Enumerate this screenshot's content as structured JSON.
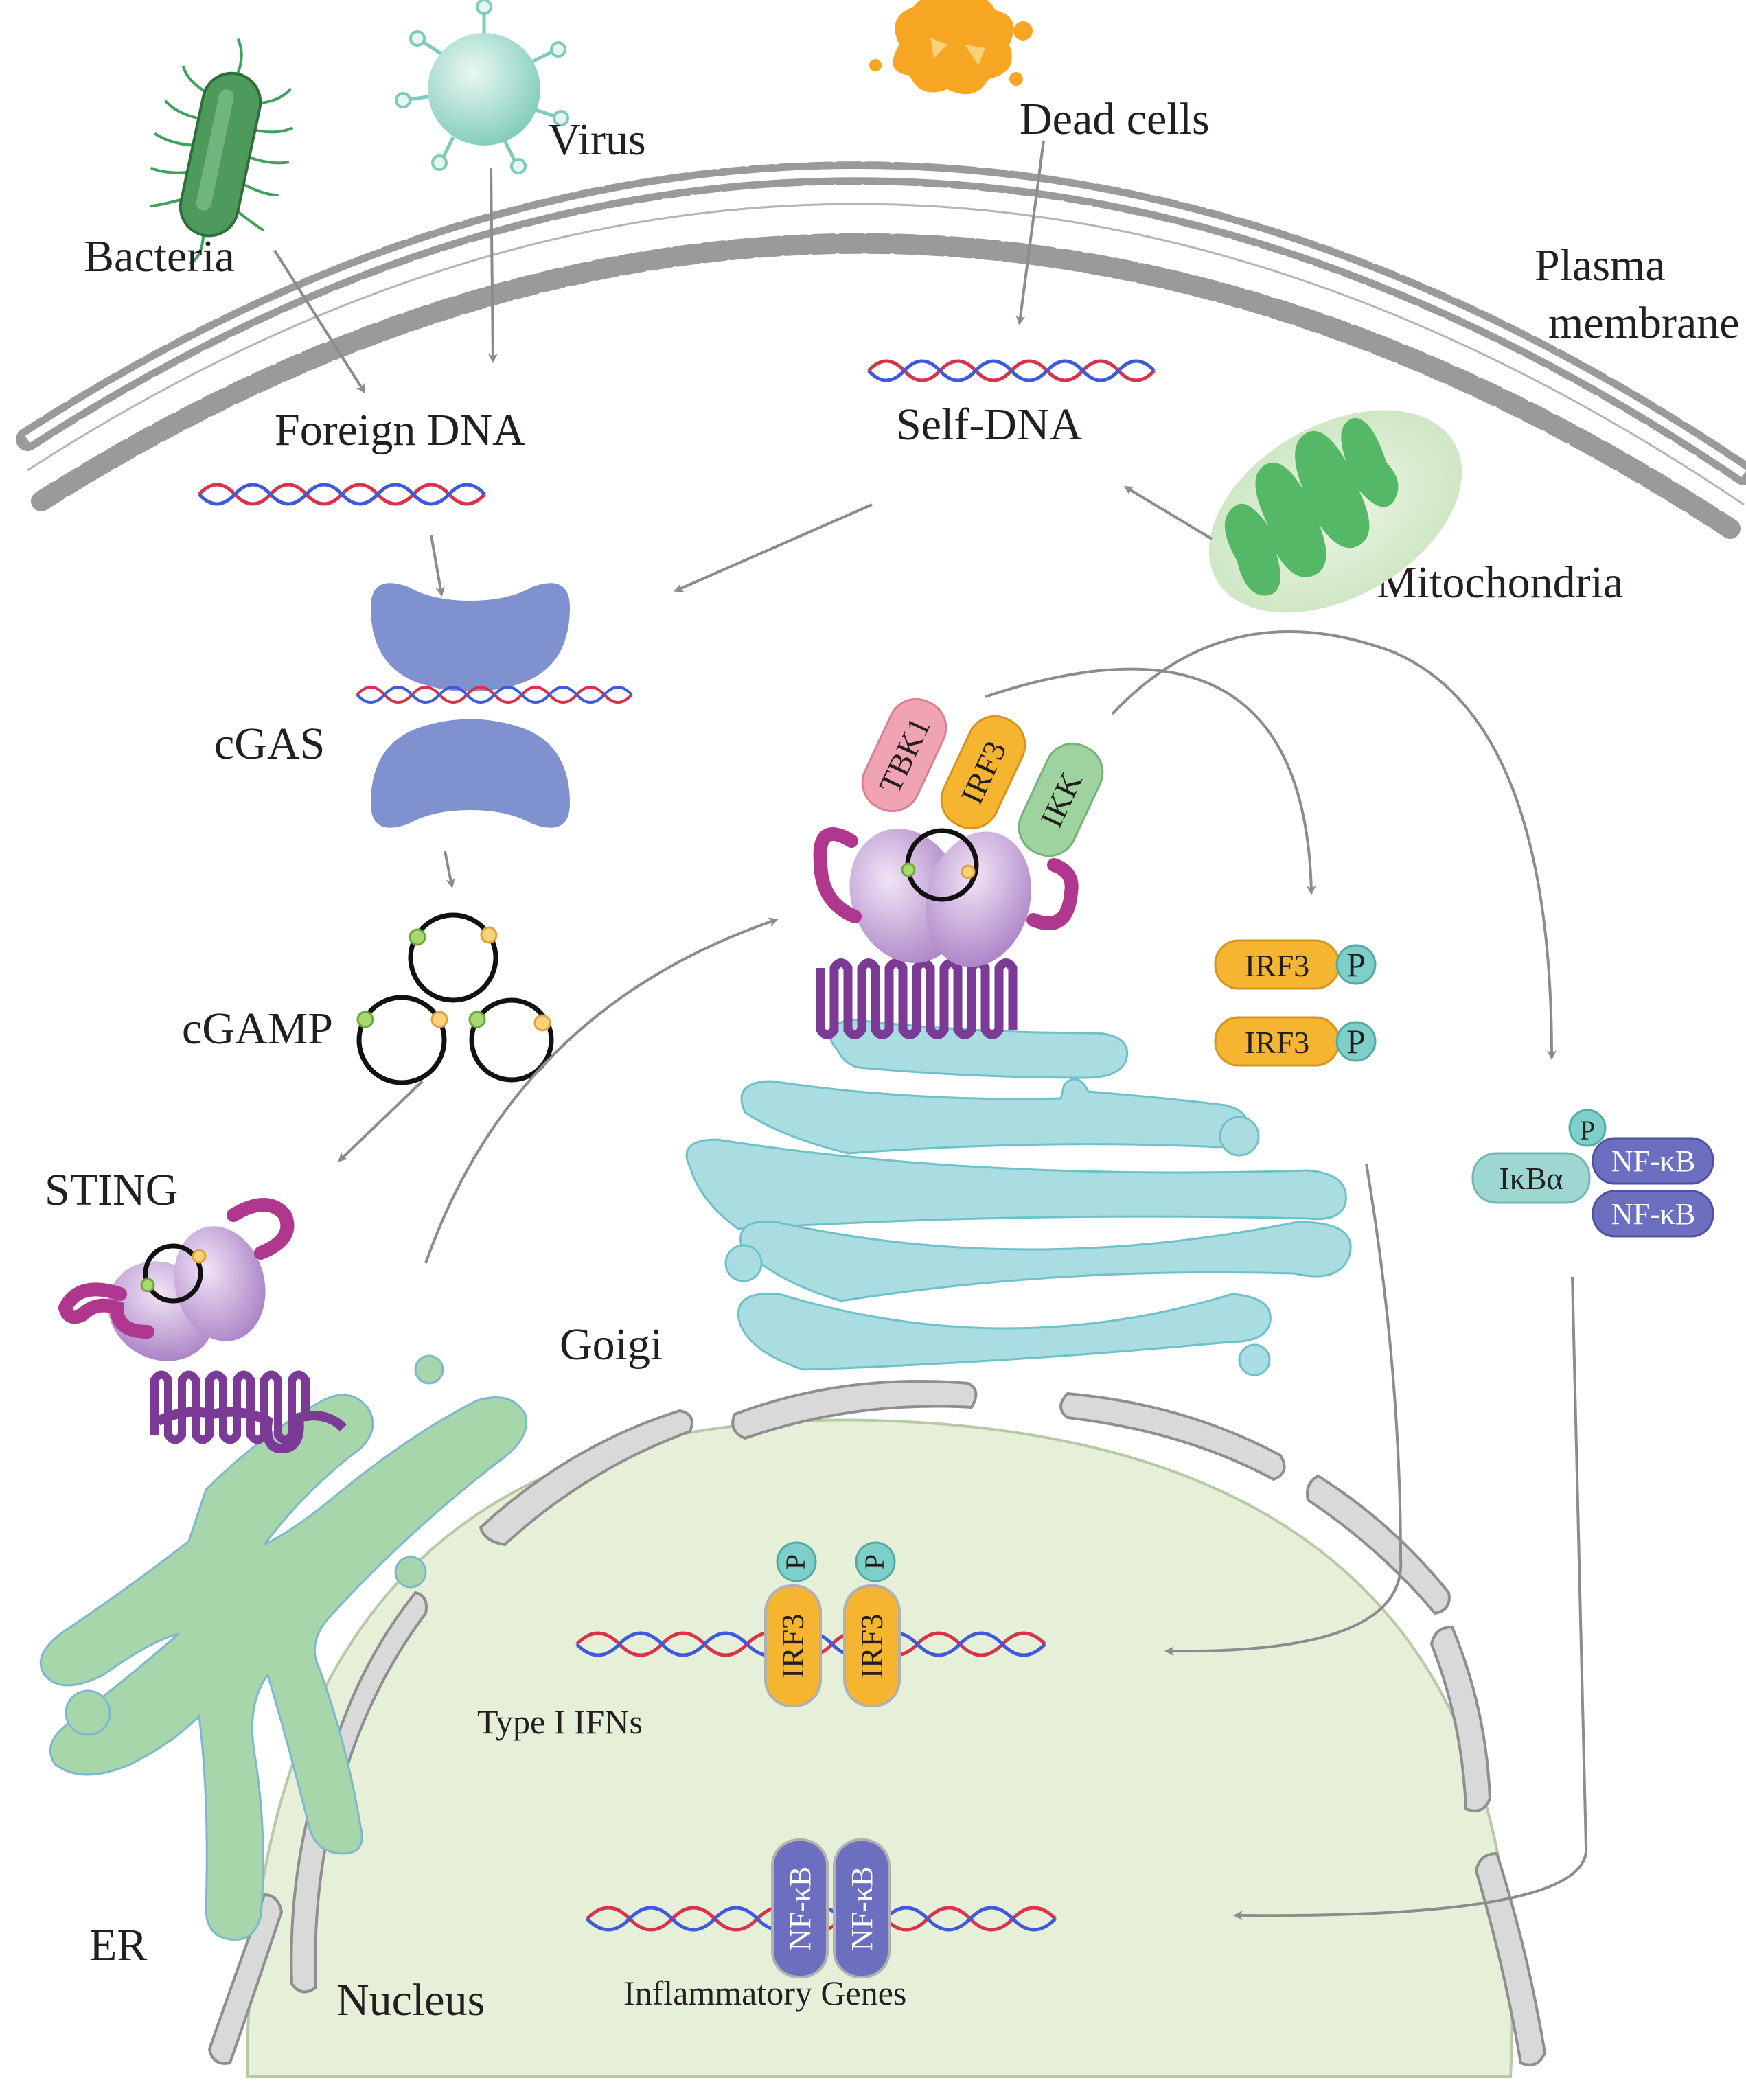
{
  "labels": {
    "bacteria": "Bacteria",
    "virus": "Virus",
    "dead_cells": "Dead cells",
    "plasma_membrane_line1": "Plasma",
    "plasma_membrane_line2": "membrane",
    "foreign_dna": "Foreign DNA",
    "self_dna": "Self-DNA",
    "mitochondria": "Mitochondria",
    "cgas": "cGAS",
    "cgamp": "cGAMP",
    "sting": "STING",
    "golgi": "Goigi",
    "er": "ER",
    "nucleus": "Nucleus",
    "type1_ifns": "Type I IFNs",
    "inflammatory_genes": "Inflammatory Genes"
  },
  "proteins": {
    "tbk1": "TBK1",
    "irf3": "IRF3",
    "ikk": "IKK",
    "p": "P",
    "ikba": "IκBα",
    "nfkb": "NF-κB"
  },
  "colors": {
    "membrane": "#b5b5b5",
    "cgas": "#7f92cf",
    "sting": "#b58ac8",
    "sting_arm": "#b0378e",
    "tm_coil": "#7b3a96",
    "tbk1": "#f0a3b3",
    "irf3": "#f6b530",
    "ikk": "#9ed39f",
    "phospho": "#7ecfc9",
    "nfkb": "#6c6fbf",
    "ikba": "#9ed7d2",
    "golgi": "#a9dde2",
    "er": "#a6d6a9",
    "nucleus": "#e6f0d9",
    "envelope": "#d9d9d9",
    "mito_outer": "#d4eacb",
    "mito_inner": "#55b866",
    "dna_red": "#d6344a",
    "dna_blue": "#3d5bd9",
    "arrow": "#8c8c8c"
  }
}
